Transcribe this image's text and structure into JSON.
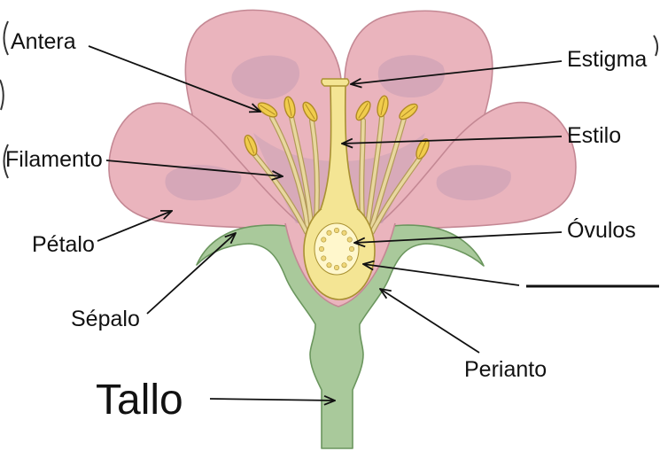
{
  "labels": {
    "antera": "Antera",
    "filamento": "Filamento",
    "petalo": "Pétalo",
    "sepalo": "Sépalo",
    "tallo": "Tallo",
    "estigma": "Estigma",
    "estilo": "Estilo",
    "ovulos": "Óvulos",
    "perianto": "Perianto"
  },
  "colors": {
    "petal": "#eab4bd",
    "petal-edge": "#c48894",
    "petal-shade": "#c49db4",
    "sepal": "#a9c99b",
    "sepal-edge": "#6b965e",
    "ovary": "#f4e594",
    "ovary-edge": "#a99132",
    "ovule-cavity": "#fff7cc",
    "ovule": "#efd67a",
    "anther": "#f0cc4c",
    "anther-edge": "#b08a24",
    "filament": "#e8d79e",
    "filament-edge": "#b29a58",
    "label-text": "#111111"
  }
}
